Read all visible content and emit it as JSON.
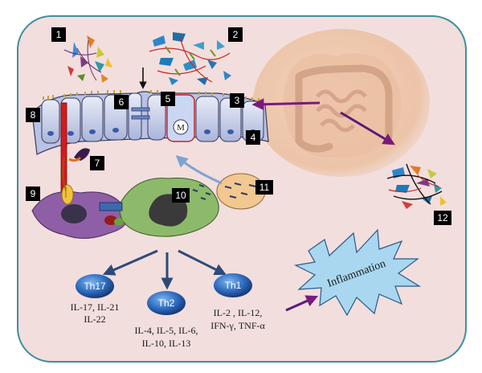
{
  "markers": [
    "1",
    "2",
    "3",
    "4",
    "5",
    "6",
    "7",
    "8",
    "9",
    "10",
    "11",
    "12"
  ],
  "cell_label": "M",
  "th_cells": [
    {
      "name": "Th17",
      "cytokines": [
        "IL-17, IL-21",
        "IL-22"
      ]
    },
    {
      "name": "Th2",
      "cytokines": [
        "IL-4, IL-5, IL-6,",
        "IL-10, IL-13"
      ]
    },
    {
      "name": "Th1",
      "cytokines": [
        "IL-2 , IL-12,",
        "IFN-γ, TNF-α"
      ]
    }
  ],
  "inflammation_label": "Inflammation",
  "colors": {
    "background": "#f2dedd",
    "border": "#3f8f9c",
    "th_cell": "#2e5fa8",
    "arrow_blue": "#2c4a7a",
    "arrow_purple": "#7a1a7a",
    "starburst": "#a9d7ef",
    "marker_bg": "#000000",
    "epithelium": "#cfd7ef",
    "red_rod": "#d21c1c"
  }
}
